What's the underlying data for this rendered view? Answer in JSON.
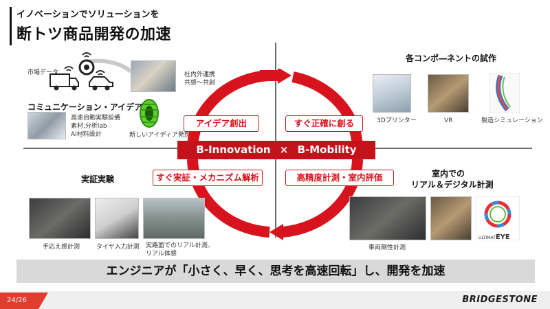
{
  "header": {
    "subtitle": "イノベーションでソリューションを",
    "title": "断トツ商品開発の加速"
  },
  "center": {
    "banner_left": "B-Innovation",
    "banner_cross": "×",
    "banner_right": "B-Mobility",
    "box_top_left": "アイデア創出",
    "box_top_right": "すぐ正確に創る",
    "box_bottom_left": "すぐ実証・メカニズム解析",
    "box_bottom_right": "高精度計測・室内評価"
  },
  "top_left": {
    "market_data": "市場データ",
    "collab_1": "社内外連携",
    "collab_2": "共感～共創",
    "comm_head": "コミュニケーション・アイデア",
    "facility_1": "高速自動実験設備",
    "facility_2": "素材,分析lab",
    "facility_3": "AI材料設計",
    "new_idea": "新しいアイディア発想"
  },
  "top_right": {
    "head": "各コンポ―ネントの試作",
    "label_3d": "3Dプリンター",
    "label_vr": "VR",
    "label_sim": "製造シミュレーション"
  },
  "bottom_left": {
    "head": "実証実験",
    "label_feel": "手応え感計測",
    "label_tire_input": "タイヤ入力計測",
    "label_road_1": "実路面でのリアル計測、",
    "label_road_2": "リアル体感"
  },
  "bottom_right": {
    "head_1": "室内での",
    "head_2": "リアル＆デジタル計測",
    "label_rigidity": "車両剛性計測",
    "ultimat_small": "ULTIMAT",
    "ultimat_eye": "EYE"
  },
  "bottom_message": "エンジニアが「小さく、早く、思考を高速回転」し、開発を加速",
  "footer": {
    "page": "24/26",
    "brand": "BRIDGESTONE"
  },
  "colors": {
    "accent_red": "#d7141d",
    "banner_red": "#c4121a",
    "footer_red": "#e03d2f"
  }
}
